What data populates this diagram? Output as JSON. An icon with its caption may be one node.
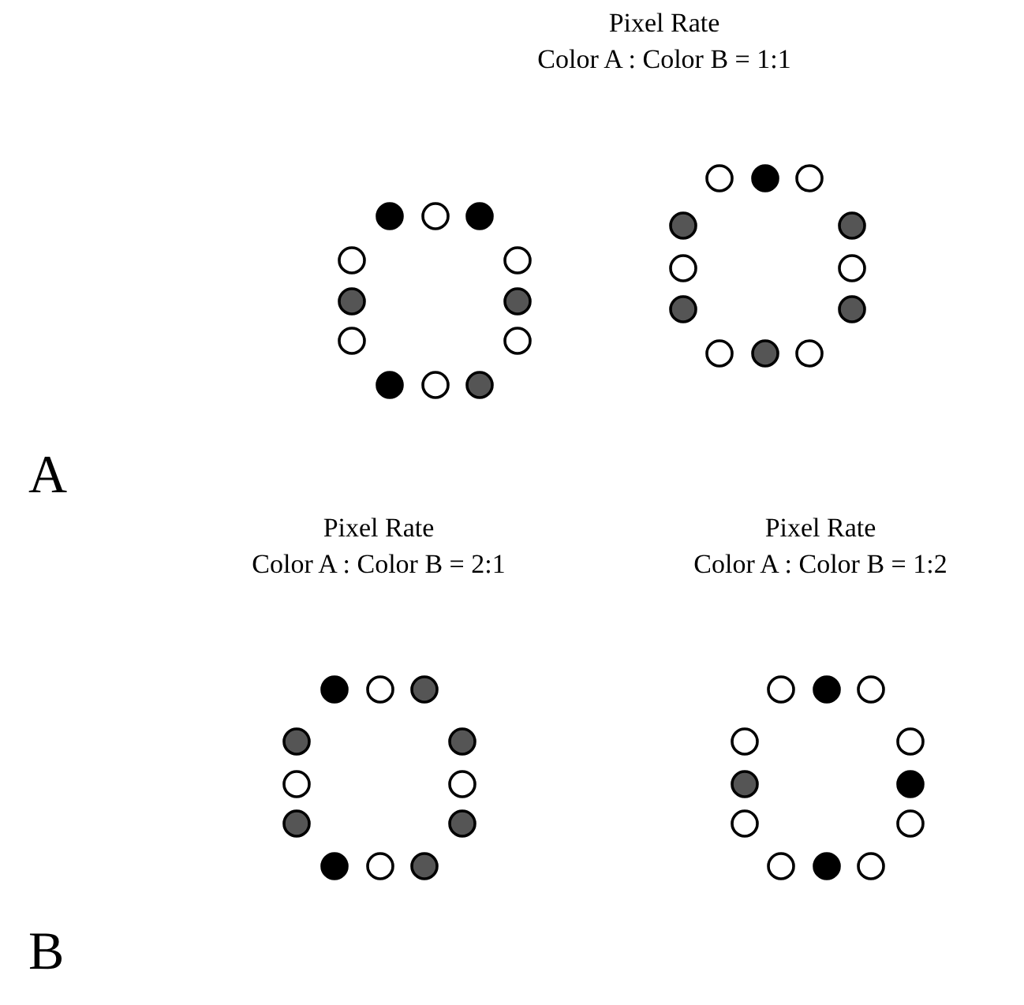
{
  "diagram": {
    "labels": [
      "Pixel Rate",
      "Color A : Color B = 1:1",
      "A",
      "Pixel Rate",
      "Color A : Color B = 2:1",
      "Pixel Rate",
      "Color A : Color B = 1:2",
      "B"
    ]
  }
}
